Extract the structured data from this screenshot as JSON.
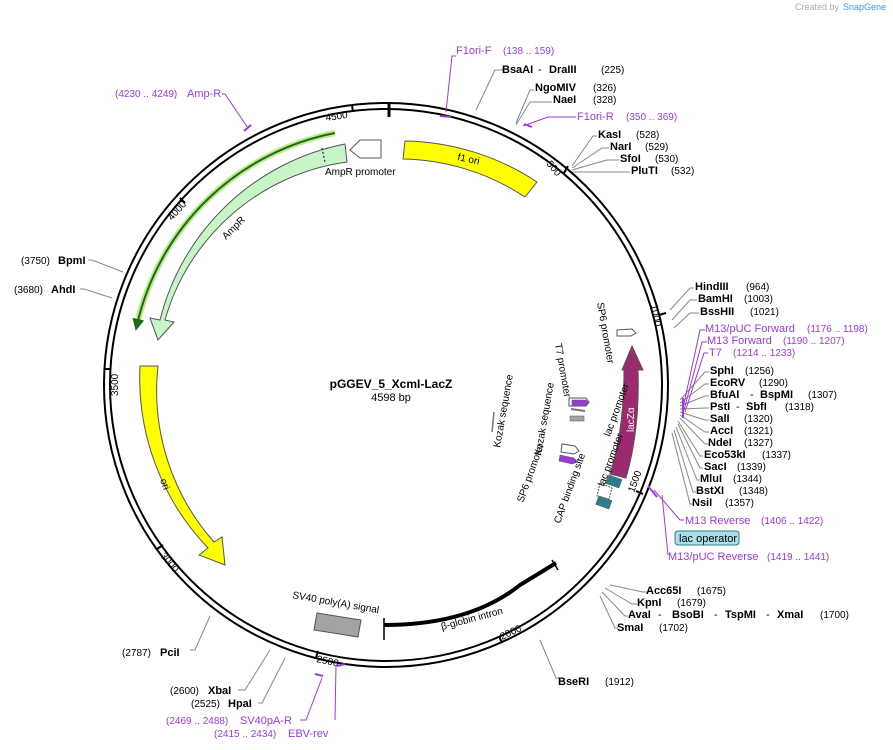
{
  "header": {
    "credit_prefix": "Created by",
    "credit_brand": "SnapGene"
  },
  "plasmid": {
    "name": "pGGEV_5_XcmI-LacZ",
    "size_label": "4598 bp",
    "size": 4598
  },
  "ticks": [
    "500",
    "1000",
    "1500",
    "2000",
    "2500",
    "3000",
    "3500",
    "4000",
    "4500"
  ],
  "features": {
    "f1_ori": "f1 ori",
    "ampr_promoter": "AmpR promoter",
    "ampr": "AmpR",
    "ori": "ori",
    "sv40": "SV40 poly(A) signal",
    "bglobin": "β-globin intron",
    "lacza": "lacZα",
    "sp6_promoter_top": "SP6 promoter",
    "t7_promoter": "T7 promoter",
    "kozak_1": "Kozak sequence",
    "kozak_2": "Kozak sequence",
    "sp6_promoter_bottom": "SP6 promoter",
    "lac_promoter": "lac promoter",
    "cap_site": "CAP binding site",
    "lac_operator": "lac operator"
  },
  "sites": {
    "bsaai": "BsaAI",
    "draiii": "DraIII",
    "bsaai_pos": "(225)",
    "ngomiv": "NgoMIV",
    "ngomiv_pos": "(326)",
    "naei": "NaeI",
    "naei_pos": "(328)",
    "kasi": "KasI",
    "kasi_pos": "(528)",
    "nari": "NarI",
    "nari_pos": "(529)",
    "sfoi": "SfoI",
    "sfoi_pos": "(530)",
    "pluti": "PluTI",
    "pluti_pos": "(532)",
    "hindiii": "HindIII",
    "hindiii_pos": "(964)",
    "bamhi": "BamHI",
    "bamhi_pos": "(1003)",
    "bsshii": "BssHII",
    "bsshii_pos": "(1021)",
    "sphi": "SphI",
    "sphi_pos": "(1256)",
    "ecorv": "EcoRV",
    "ecorv_pos": "(1290)",
    "bfuai": "BfuAI",
    "bspmi": "BspMI",
    "bfuai_pos": "(1307)",
    "psti": "PstI",
    "sbfi": "SbfI",
    "psti_pos": "(1318)",
    "sali": "SalI",
    "sali_pos": "(1320)",
    "acci": "AccI",
    "acci_pos": "(1321)",
    "ndei": "NdeI",
    "ndei_pos": "(1327)",
    "eco53ki": "Eco53kI",
    "eco53ki_pos": "(1337)",
    "saci": "SacI",
    "saci_pos": "(1339)",
    "mlui": "MluI",
    "mlui_pos": "(1344)",
    "bstxi": "BstXI",
    "bstxi_pos": "(1348)",
    "nsii": "NsiI",
    "nsii_pos": "(1357)",
    "acc65i": "Acc65I",
    "acc65i_pos": "(1675)",
    "kpni": "KpnI",
    "kpni_pos": "(1679)",
    "avai": "AvaI",
    "bsobi": "BsoBI",
    "tspmi": "TspMI",
    "xmai": "XmaI",
    "avai_pos": "(1700)",
    "smai": "SmaI",
    "smai_pos": "(1702)",
    "bseri": "BseRI",
    "bseri_pos": "(1912)",
    "pcii": "PciI",
    "pcii_pos": "(2787)",
    "xbai": "XbaI",
    "xbai_pos": "(2600)",
    "hpai": "HpaI",
    "hpai_pos": "(2525)",
    "bpmi": "BpmI",
    "bpmi_pos": "(3750)",
    "ahdi": "AhdI",
    "ahdi_pos": "(3680)"
  },
  "primers": {
    "f1ori_f": "F1ori-F",
    "f1ori_f_pos": "(138 .. 159)",
    "f1ori_r": "F1ori-R",
    "f1ori_r_pos": "(350 .. 369)",
    "ampr": "Amp-R",
    "ampr_pos": "(4230 .. 4249)",
    "m13puc_fwd": "M13/pUC Forward",
    "m13puc_fwd_pos": "(1176 .. 1198)",
    "m13_fwd": "M13 Forward",
    "m13_fwd_pos": "(1190 .. 1207)",
    "t7": "T7",
    "t7_pos": "(1214 .. 1233)",
    "m13_rev": "M13 Reverse",
    "m13_rev_pos": "(1406 .. 1422)",
    "m13puc_rev": "M13/pUC Reverse",
    "m13puc_rev_pos": "(1419 .. 1441)",
    "sv40pa_r": "SV40pA-R",
    "sv40pa_r_pos": "(2469 .. 2488)",
    "ebv_rev": "EBV-rev",
    "ebv_rev_pos": "(2415 .. 2434)"
  },
  "colors": {
    "yellow": "#ffff00",
    "green": "#c8f5c8",
    "lacz": "#9b2a6e",
    "teal": "#2e7c8c",
    "gray": "#a0a4a8",
    "primer": "#9b3bd6",
    "lac_operator_bg": "#a9dfe8"
  }
}
